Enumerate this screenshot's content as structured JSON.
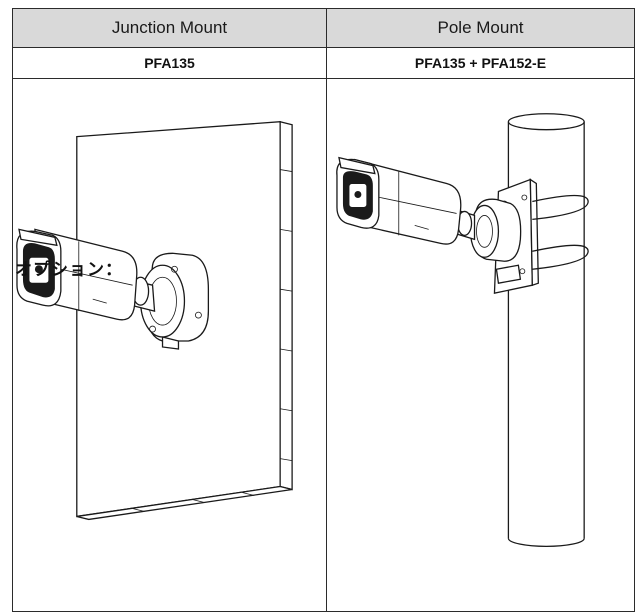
{
  "table": {
    "headers": [
      "Junction Mount",
      "Pole Mount"
    ],
    "parts": [
      "PFA135",
      "PFA135 + PFA152-E"
    ]
  },
  "option_label": "オプション："
}
